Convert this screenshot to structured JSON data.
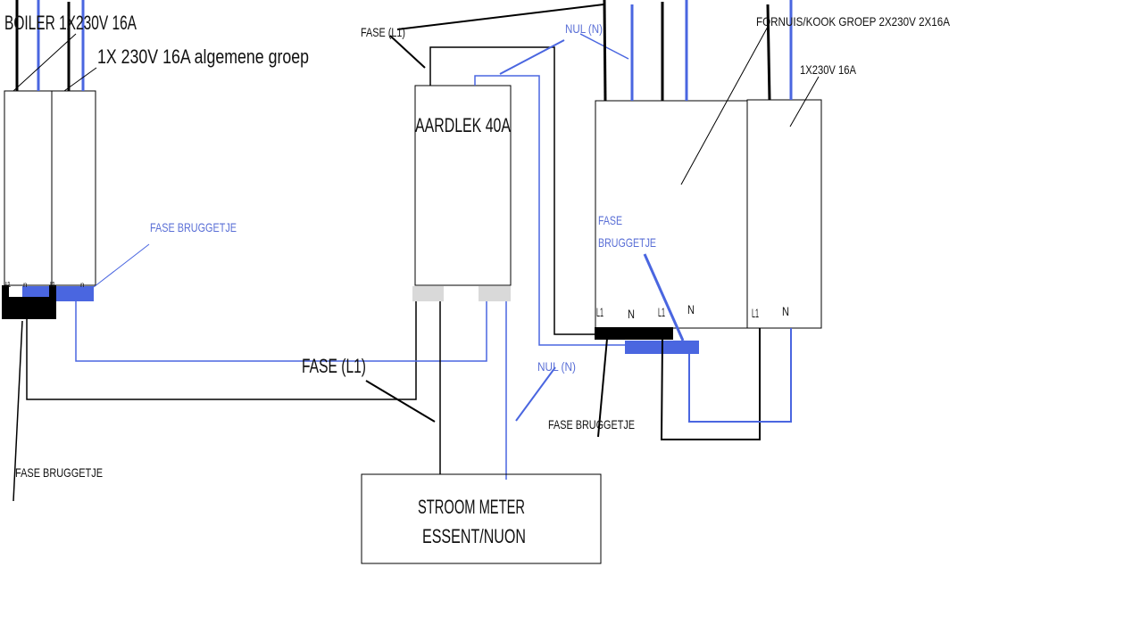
{
  "colors": {
    "wire_phase": "#000000",
    "wire_neutral": "#4a66e0",
    "label_blue": "#5a6fd6",
    "terminal_gray": "#d9d9d9"
  },
  "labels": {
    "boiler": "BOILER 1X230V 16A",
    "general_group": "1X 230V 16A algemene groep",
    "fase_bruggetje_left_blue": "FASE BRUGGETJE",
    "fase_bruggetje_left_black": "FASE BRUGGETJE",
    "fase_l1_top": "FASE (L1)",
    "nul_n_top": "NUL (N)",
    "aardlek": "AARDLEK 40A",
    "fase_l1_mid": "FASE (L1)",
    "nul_n_mid": "NUL (N)",
    "fase_bruggetje_mid": "FASE BRUGGETJE",
    "meter_line1": "STROOM METER",
    "meter_line2": "ESSENT/NUON",
    "fornuis": "FORNUIS/KOOK GROEP 2X230V 2X16A",
    "right_group": "1X230V 16A",
    "fase_bruggetje_right_1": "FASE",
    "fase_bruggetje_right_2": "BRUGGETJE"
  },
  "terminals": {
    "left": [
      "l1",
      "n",
      "l1",
      "n"
    ],
    "right": [
      "L1",
      "N",
      "L1",
      "N",
      "L1",
      "N"
    ]
  }
}
